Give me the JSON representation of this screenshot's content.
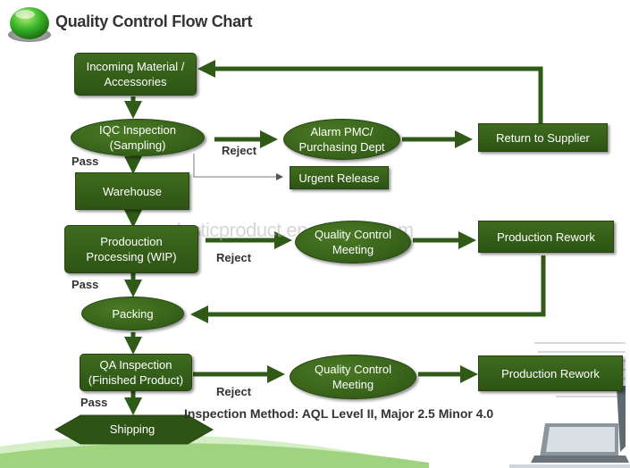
{
  "title": "Quality Control Flow Chart",
  "method_text": "Inspection Method: AQL Level II, Major 2.5 Minor 4.0",
  "watermark": "plasticproduct.en.alibaba.com",
  "nodes": {
    "incoming": "Incoming Material /\nAccessories",
    "iqc": "IQC Inspection\n(Sampling)",
    "alarm": "Alarm PMC/\nPurchasing Dept",
    "return": "Return to Supplier",
    "urgent": "Urgent Release",
    "warehouse": "Warehouse",
    "production": "Prodouction\nProcessing (WIP)",
    "qc_meeting_1": "Quality Control\nMeeting",
    "rework_1": "Production Rework",
    "packing": "Packing",
    "qa": "QA Inspection\n(Finished Product)",
    "qc_meeting_2": "Quality Control\nMeeting",
    "rework_2": "Production Rework",
    "shipping": "Shipping"
  },
  "labels": {
    "reject_1": "Reject",
    "pass_1": "Pass",
    "reject_2": "Reject",
    "pass_2": "Pass",
    "reject_3": "Reject",
    "pass_3": "Pass"
  },
  "colors": {
    "node_fill": "#2d5414",
    "arrow": "#2f5a17",
    "text": "#333333"
  }
}
